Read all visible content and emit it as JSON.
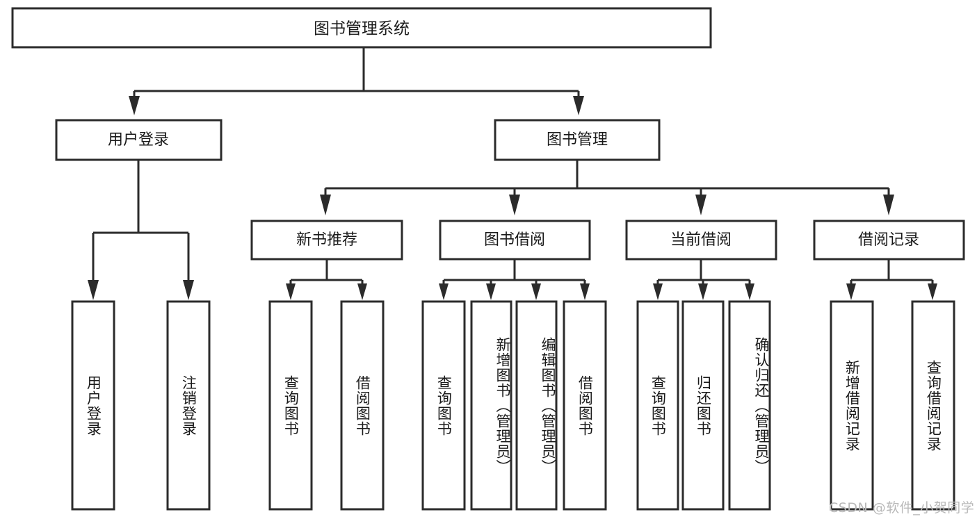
{
  "diagram": {
    "title": "图书管理系统",
    "type": "hierarchy-tree",
    "colors": {
      "stroke": "#2b2b2b",
      "fill": "#ffffff",
      "text": "#1a1a1a",
      "background": "#ffffff",
      "watermark": "#b9b9b9"
    },
    "root": {
      "label": "图书管理系统"
    },
    "level1": [
      {
        "label": "用户登录"
      },
      {
        "label": "图书管理"
      }
    ],
    "level2": [
      {
        "label": "新书推荐"
      },
      {
        "label": "图书借阅"
      },
      {
        "label": "当前借阅"
      },
      {
        "label": "借阅记录"
      }
    ],
    "leaves": {
      "user_login": [
        {
          "label": "用户登录"
        },
        {
          "label": "注销登录"
        }
      ],
      "new_book_recommend": [
        {
          "label": "查询图书"
        },
        {
          "label": "借阅图书"
        }
      ],
      "book_borrow": [
        {
          "label": "查询图书"
        },
        {
          "label": "新增图书（管理员）"
        },
        {
          "label": "编辑图书（管理员）"
        },
        {
          "label": "借阅图书"
        }
      ],
      "current_borrow": [
        {
          "label": "查询图书"
        },
        {
          "label": "归还图书"
        },
        {
          "label": "确认归还（管理员）"
        }
      ],
      "borrow_record": [
        {
          "label": "新增借阅记录"
        },
        {
          "label": "查询借阅记录"
        }
      ]
    }
  },
  "watermark": {
    "text": "CSDN @软件_小贺同学"
  }
}
